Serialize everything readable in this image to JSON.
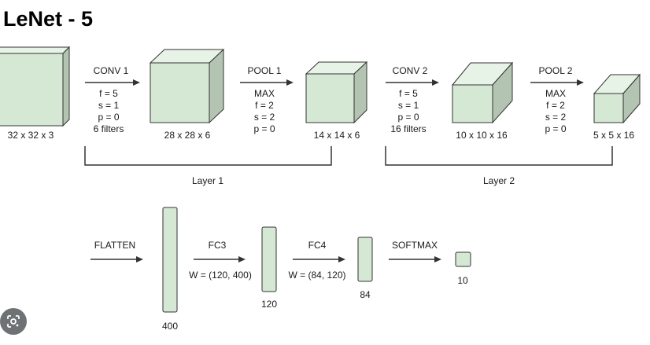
{
  "title": "LeNet - 5",
  "layer1": {
    "input_dims": "32 x 32 x 3",
    "conv1": {
      "name": "CONV 1",
      "params": [
        "f = 5",
        "s = 1",
        "p = 0",
        "6 filters"
      ]
    },
    "conv1_out": "28 x 28 x 6",
    "pool1": {
      "name": "POOL 1",
      "params": [
        "MAX",
        "f = 2",
        "s = 2",
        "p = 0"
      ]
    },
    "pool1_out": "14 x 14 x 6",
    "bracket_label": "Layer 1"
  },
  "layer2": {
    "conv2": {
      "name": "CONV 2",
      "params": [
        "f = 5",
        "s = 1",
        "p = 0",
        "16 filters"
      ]
    },
    "conv2_out": "10 x 10 x 16",
    "pool2": {
      "name": "POOL 2",
      "params": [
        "MAX",
        "f = 2",
        "s = 2",
        "p = 0"
      ]
    },
    "pool2_out": "5 x 5 x 16",
    "bracket_label": "Layer 2"
  },
  "bottom": {
    "flatten": "FLATTEN",
    "flatten_size": "400",
    "fc3": {
      "name": "FC3",
      "weights": "W = (120, 400)"
    },
    "fc3_size": "120",
    "fc4": {
      "name": "FC4",
      "weights": "W = (84, 120)"
    },
    "fc4_size": "84",
    "softmax": "SOFTMAX",
    "output_size": "10"
  },
  "colors": {
    "block_fill": "#d5e8d4",
    "block_side": "#b3c4b2",
    "stroke": "#333333"
  },
  "icons": {
    "lens": "google-lens-icon"
  }
}
